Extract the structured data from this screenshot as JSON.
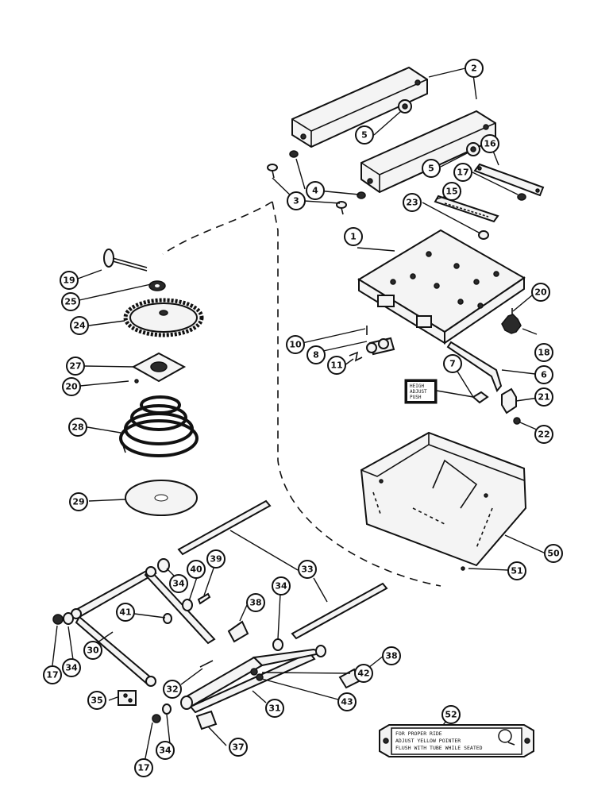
{
  "callouts": [
    "1",
    "2",
    "3",
    "4",
    "5",
    "6",
    "7",
    "8",
    "10",
    "11",
    "15",
    "16",
    "17",
    "18",
    "19",
    "20",
    "21",
    "22",
    "23",
    "24",
    "25",
    "27",
    "28",
    "29",
    "30",
    "31",
    "32",
    "33",
    "34",
    "35",
    "37",
    "38",
    "39",
    "40",
    "41",
    "42",
    "43",
    "50",
    "51",
    "52"
  ],
  "decal_label_lines": [
    "HEIGH",
    "ADJUST",
    "PUSH"
  ],
  "ride_plate_lines": [
    "FOR PROPER RIDE",
    "ADJUST YELLOW POINTER",
    "FLUSH WITH TUBE WHILE SEATED"
  ],
  "colors": {
    "ink": "#111111",
    "paper": "#ffffff"
  }
}
